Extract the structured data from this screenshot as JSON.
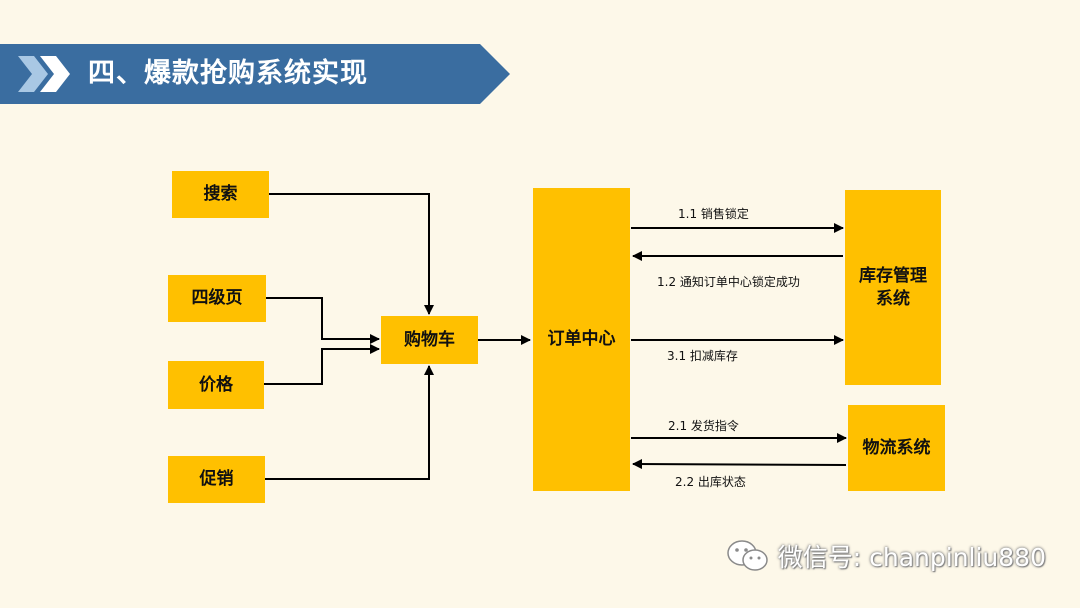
{
  "title": "四、爆款抢购系统实现",
  "nodes": {
    "search": "搜索",
    "level4": "四级页",
    "price": "价格",
    "promo": "促销",
    "cart": "购物车",
    "order_center": "订单中心",
    "inventory": "库存管理系统",
    "logistics": "物流系统"
  },
  "edges": {
    "e11": "1.1 销售锁定",
    "e12": "1.2 通知订单中心锁定成功",
    "e31": "3.1 扣减库存",
    "e21": "2.1 发货指令",
    "e22": "2.2 出库状态"
  },
  "watermark": {
    "text": "微信号: chanpinliu880",
    "icon": "wechat-icon"
  },
  "colors": {
    "banner": "#3a6da0",
    "box": "#ffc000",
    "background": "#fdf8e9"
  }
}
